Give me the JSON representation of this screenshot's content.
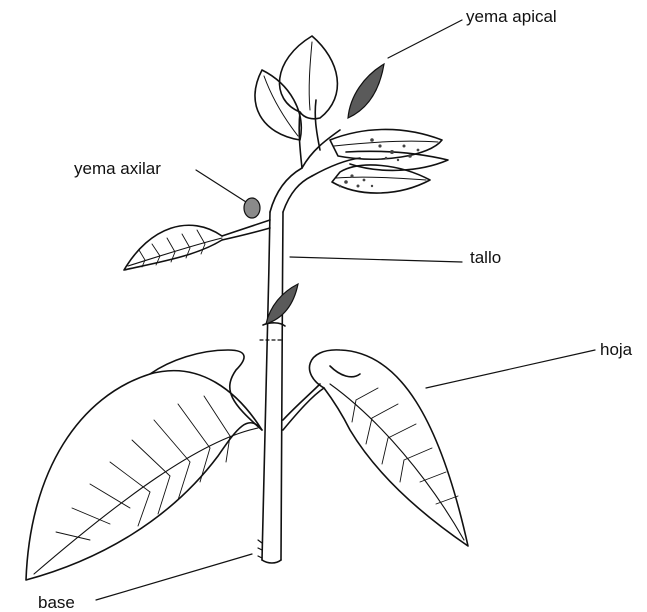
{
  "labels": {
    "yema_apical": "yema apical",
    "yema_axilar": "yema axilar",
    "tallo": "tallo",
    "hoja": "hoja",
    "base": "base"
  },
  "colors": {
    "ink": "#111111",
    "bud_fill": "#5a5a5a",
    "spot_fill": "#444444",
    "background": "#ffffff"
  }
}
